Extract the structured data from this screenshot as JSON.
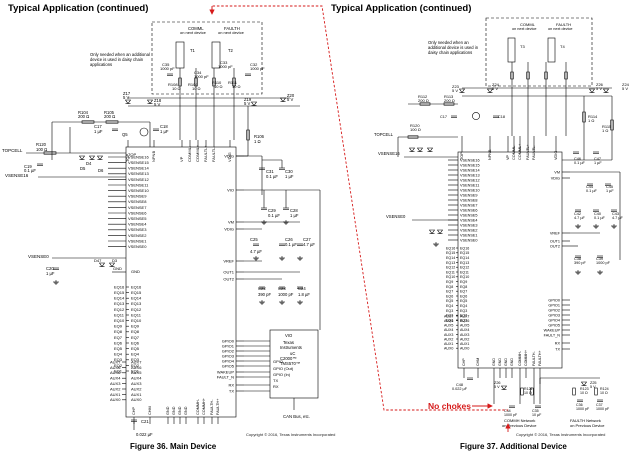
{
  "left": {
    "header": "Typical Application (continued)",
    "caption": "Figure 36.  Main Device",
    "copyright": "Copyright © 2016, Texas Instruments Incorporated",
    "note": "Only needed when an additional device is used in daisy chain applications",
    "comml": "COMML on next device",
    "faulth": "FAULTH on next device",
    "pins_left": [
      "VSENSE16",
      "VSENSE15",
      "VSENSE14",
      "VSENSE13",
      "VSENSE12",
      "VSENSE11",
      "VSENSE10",
      "VSENSE9",
      "VSENSE8",
      "VSENSE7",
      "VSENSE6",
      "VSENSE5",
      "VSENSE4",
      "VSENSE3",
      "VSENSE2",
      "VSENSE1",
      "VSENSE0"
    ],
    "eq_pins": [
      "EQ16",
      "EQ15",
      "EQ14",
      "EQ13",
      "EQ12",
      "EQ11",
      "EQ10",
      "EQ9",
      "EQ8",
      "EQ7",
      "EQ6",
      "EQ5",
      "EQ4",
      "EQ3",
      "EQ2",
      "EQ1"
    ],
    "aux_pins": [
      "AUX7",
      "AUX6",
      "AUX5",
      "AUX4",
      "AUX3",
      "AUX2",
      "AUX1",
      "AUX0"
    ],
    "right_pins": [
      "VDIG",
      "VIO",
      "VM",
      "VDIG",
      "VREF",
      "OUT1",
      "OUT2",
      "GPIO0",
      "GPIO1",
      "GPIO2",
      "GPIO3",
      "GPIO4",
      "GPIO5",
      "WAKEUP",
      "FAULT_N",
      "RX",
      "TX"
    ],
    "top_pins": [
      "TOP",
      "NPNB",
      "VP",
      "COMML-",
      "COMML+",
      "FAULTL+",
      "FAULTL-",
      "VDIG"
    ],
    "mcu_lines": [
      "VIO",
      "Texas",
      "Instruments",
      "uC",
      "C2000™",
      "TMS570™"
    ],
    "mcu_pins": [
      "GPIO",
      "GPIO (Out)",
      "GPIO (In)",
      "TX",
      "RX"
    ],
    "bus_label": "CAN Bus, etc.",
    "labels": {
      "topcell": "TOPCELL",
      "vsense16": "VSENSE16",
      "vsense0": "VSENSE0",
      "gnd": "GND",
      "chp": "CHP",
      "chm": "CHM",
      "r104": "R104",
      "r104v": "200 Ω",
      "r105": "R105",
      "r105v": "200 Ω",
      "r120": "R120",
      "r120v": "100 Ω",
      "r106": "R106",
      "r106v": "1 Ω",
      "r108": "R108",
      "r108v": "10 Ω",
      "r109": "R109",
      "r109v": "10 Ω",
      "r110": "R110",
      "r110v": "10 Ω",
      "r111": "R111",
      "r111v": "10 Ω",
      "t1": "T1",
      "t2": "T2",
      "z17": "Z17",
      "z17v": "5 V",
      "z18": "Z18",
      "z18v": "5 V",
      "z19": "Z19",
      "z19v": "5 V",
      "z20": "Z20",
      "z20v": "5 V",
      "c17": "C17",
      "c17v": "1 µF",
      "c18": "C18",
      "c18v": "1 µF",
      "c19": "C19",
      "c19v": "0.1 µF",
      "c20": "C20",
      "c20v": "1 µF",
      "c21": "C21",
      "c21v": "0.022 µF",
      "c22": "C22",
      "c22v": "390 pF",
      "c23": "C23",
      "c23v": "1000 pF",
      "c24": "C24",
      "c24v": "1.8 µF",
      "c25": "C25",
      "c25v": "4.7 µF",
      "c26": "C26",
      "c26v": "0.1 µF",
      "c27": "C27",
      "c27v": "4.7 µF",
      "c28": "C28",
      "c28v": "1 µF",
      "c29": "C29",
      "c29v": "0.1 µF",
      "c30": "C30",
      "c30v": "1 µF",
      "c31": "C31",
      "c31v": "0.1 µF",
      "c32": "C32",
      "c32v": "1000 pF",
      "c33": "C33",
      "c33v": "1000 pF",
      "c34": "C34",
      "c34v": "1000 pF",
      "c35": "C35",
      "c35v": "1000 pF",
      "q5": "Q5",
      "d4": "D4",
      "d5": "D5",
      "d6": "D6",
      "d3": "D3"
    }
  },
  "right": {
    "header": "Typical Application (continued)",
    "caption": "Figure 37.  Additional Device",
    "copyright": "Copyright © 2016, Texas Instruments Incorporated",
    "note": "Only needed when an additional device is used in daisy chain applications",
    "comml": "COMML on next device",
    "faulth": "FAULTH on next device",
    "chokes": "No chokes",
    "comm_net": "COMMH Network on Previous Device",
    "fault_net": "FAULTH Network on Previous Device",
    "pins_left": [
      "VSENSE16",
      "VSENSE15",
      "VSENSE14",
      "VSENSE13",
      "VSENSE12",
      "VSENSE11",
      "VSENSE10",
      "VSENSE9",
      "VSENSE8",
      "VSENSE7",
      "VSENSE6",
      "VSENSE5",
      "VSENSE4",
      "VSENSE3",
      "VSENSE2",
      "VSENSE1",
      "VSENSE0"
    ],
    "eq_pins": [
      "EQ16",
      "EQ15",
      "EQ14",
      "EQ13",
      "EQ12",
      "EQ11",
      "EQ10",
      "EQ9",
      "EQ8",
      "EQ7",
      "EQ6",
      "EQ5",
      "EQ4",
      "EQ3",
      "EQ2",
      "EQ1"
    ],
    "aux_pins": [
      "AUX7",
      "AUX6",
      "AUX5",
      "AUX4",
      "AUX3",
      "AUX2",
      "AUX1",
      "AUX0"
    ],
    "right_pins": [
      "VM",
      "VDIG",
      "VREF",
      "OUT1",
      "OUT2",
      "GPIO0",
      "GPIO1",
      "GPIO2",
      "GPIO3",
      "GPIO4",
      "GPIO5",
      "WAKEUP",
      "FAULT_N",
      "RX",
      "TX"
    ],
    "labels": {
      "topcell": "TOPCELL",
      "vsense16": "VSENSE16",
      "vsense0": "VSENSE0",
      "r112": "R112",
      "r112v": "200 Ω",
      "r113": "R113",
      "r113v": "200 Ω",
      "r120": "R120",
      "r120v": "100 Ω",
      "r114": "R114",
      "r114v": "1 Ω",
      "r115": "R115",
      "r115v": "1 Ω",
      "z23": "Z23",
      "z23v": "5 V",
      "z24": "Z24",
      "z24v": "5 V",
      "z25": "Z25",
      "z25v": "5 V",
      "z26": "Z26",
      "z26v": "5 V",
      "c34": "C34",
      "c34v": "1000 pF",
      "c35": "C35",
      "c35v": "10 µF",
      "c36": "C36",
      "c36v": "1000 pF",
      "c37": "C37",
      "c37v": "1000 pF",
      "c38": "C38",
      "c38v": "390 pF",
      "c39": "C39",
      "c39v": "1000 pF",
      "c40": "C40",
      "c40v": "0.1 µF",
      "c42": "C42",
      "c42v": "4.7 µF",
      "c43": "C43",
      "c43v": "4.7 µF",
      "c44": "C44",
      "c44v": "0.1 µF",
      "c45": "C45",
      "c45v": "1 µF",
      "c46": "C46",
      "c46v": "0.1 µF",
      "c47": "C47",
      "c47v": "1 µF",
      "c48": "C48",
      "c48v": "0.022 µF",
      "r121": "R121",
      "r121v": "10 Ω",
      "r122": "R122",
      "r122v": "10 Ω",
      "r123": "R123",
      "r123v": "10 Ω",
      "r124": "R124",
      "r124v": "10 Ω",
      "t3": "T3",
      "t4": "T4"
    }
  },
  "colors": {
    "ink": "#000000",
    "accent": "#d61a1a",
    "dash": "#222222"
  }
}
